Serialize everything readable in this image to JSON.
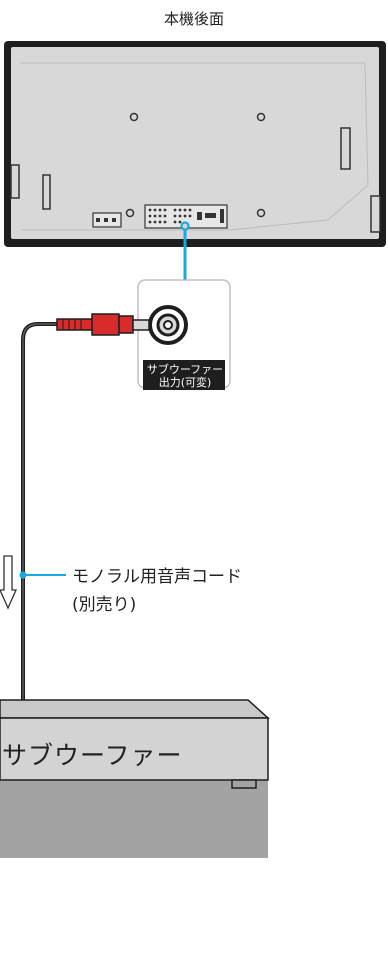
{
  "diagram": {
    "tv_back_label": "本機後面",
    "port_label_line1": "サブウーファー",
    "port_label_line2": "出力(可変)",
    "cable_label_line1": "モノラル用音声コード",
    "cable_label_line2": "(別売り)",
    "device_label": "サブウーファー"
  },
  "colors": {
    "accent_cyan": "#19a9e0",
    "plug_red": "#d92b2b",
    "panel_gray": "#d7d7d7",
    "frame_dark": "#1e1e1e"
  },
  "icons": [
    "signal-direction-arrow-icon"
  ]
}
